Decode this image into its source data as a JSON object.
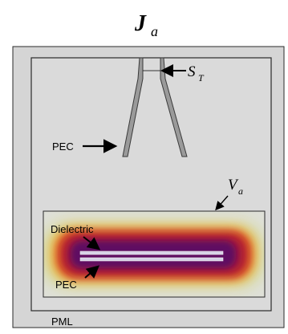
{
  "figure": {
    "title_symbol": "J",
    "title_subscript": "a",
    "labels": {
      "st_symbol": "S",
      "st_subscript": "T",
      "pec_top": "PEC",
      "va_symbol": "V",
      "va_subscript": "a",
      "dielectric": "Dielectric",
      "pec_bottom": "PEC",
      "pml": "PML"
    },
    "colors": {
      "pml_fill": "#d5d5d5",
      "domain_fill": "#dadada",
      "stroke": "#2a2a2a",
      "probe_fill": "#9a9a9a",
      "heat_inner": "#4a0c6e",
      "heat_mid": "#c0183a",
      "heat_outer": "#f2c23a"
    }
  }
}
